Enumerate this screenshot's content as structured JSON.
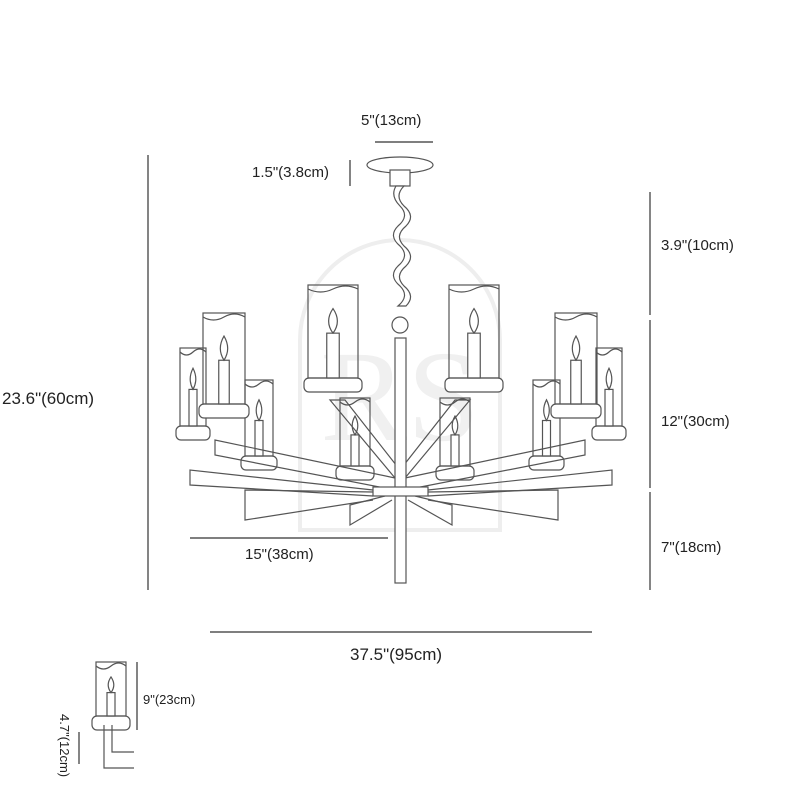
{
  "dimensions": {
    "canopy_width": "5\"(13cm)",
    "canopy_height": "1.5\"(3.8cm)",
    "chain_length": "3.9\"(10cm)",
    "overall_height": "23.6\"(60cm)",
    "body_height": "12\"(30cm)",
    "arm_radius": "15\"(38cm)",
    "lower_height": "7\"(18cm)",
    "overall_width": "37.5\"(95cm)",
    "shade_height": "9\"(23cm)",
    "socket_offset": "4.7\"(12cm)"
  },
  "watermark": "RS",
  "colors": {
    "line": "#444444",
    "dim": "#333333",
    "watermark": "#ececec"
  }
}
